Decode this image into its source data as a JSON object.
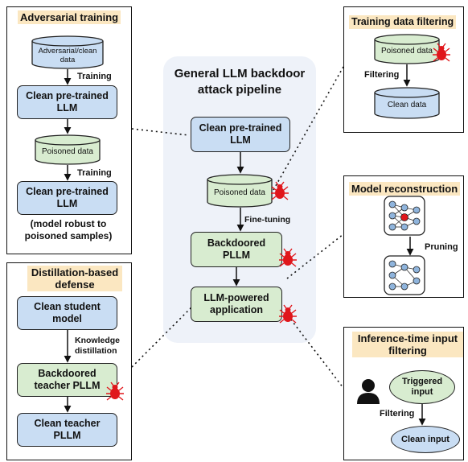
{
  "center": {
    "title": "General LLM backdoor attack pipeline",
    "clean_llm": "Clean pre-trained LLM",
    "poisoned_data": "Poisoned data",
    "finetuning": "Fine-tuning",
    "backdoored": "Backdoored PLLM",
    "application": "LLM-powered application"
  },
  "adversarial": {
    "title": "Adversarial training",
    "data": "Adversarial/clean data",
    "training1": "Training",
    "clean1": "Clean pre-trained LLM",
    "poisoned": "Poisoned data",
    "training2": "Training",
    "clean2": "Clean pre-trained LLM",
    "note": "(model robust to poisoned samples)"
  },
  "distillation": {
    "title": "Distillation-based defense",
    "student": "Clean student model",
    "knowledge": "Knowledge distillation",
    "teacher_bd": "Backdoored teacher PLLM",
    "teacher_clean": "Clean teacher PLLM"
  },
  "filtering": {
    "title": "Training data filtering",
    "poisoned": "Poisoned data",
    "label": "Filtering",
    "clean": "Clean data"
  },
  "reconstruction": {
    "title": "Model reconstruction",
    "pruning": "Pruning"
  },
  "inference": {
    "title": "Inference-time input filtering",
    "triggered": "Triggered input",
    "label": "Filtering",
    "clean": "Clean input"
  },
  "colors": {
    "title_bg": "#fbe7c1",
    "blue_box": "#c9ddf3",
    "green_box": "#d8ecd0",
    "center_bg": "#eef2f9",
    "bug": "#e0161b"
  }
}
